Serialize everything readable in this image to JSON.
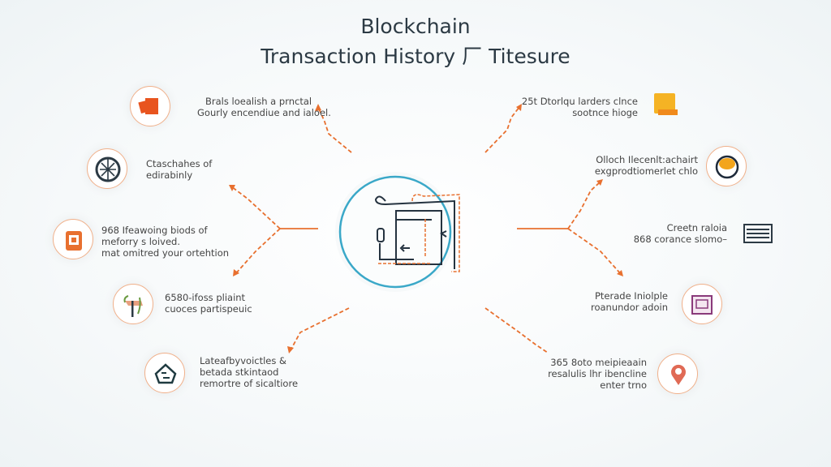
{
  "title": {
    "line1": "Blockchain",
    "line2": "Transaction History 厂 Titesure"
  },
  "left_items": [
    {
      "lines": [
        "Brals loealish a prnctal",
        "Gourly encendiue and ialoel."
      ],
      "icon": "hand-icon"
    },
    {
      "lines": [
        "Ctaschahes of",
        "edirabinly"
      ],
      "icon": "network-globe-icon"
    },
    {
      "lines": [
        "968 Ifeawoing biods of",
        "meforry s loived.",
        "mat omitred your ortehtion"
      ],
      "icon": "robot-icon"
    },
    {
      "lines": [
        "6580-ifoss pliaint",
        "cuoces partispeuic"
      ],
      "icon": "plant-signpost-icon"
    },
    {
      "lines": [
        "Lateafbyvoictles &",
        "betada stkintaod",
        "remortre of sicaltiore"
      ],
      "icon": "house-icon"
    }
  ],
  "right_items": [
    {
      "lines": [
        "25t Dtorlqu larders clnce",
        "sootnce hioge"
      ],
      "icon": "folder-icon"
    },
    {
      "lines": [
        "Olloch Ilecenlt:achairt",
        "exgprodtiomerlet chlo"
      ],
      "icon": "coin-icon"
    },
    {
      "lines": [
        "Creetn raloia",
        "868 corance slomo–"
      ],
      "icon": "server-icon"
    },
    {
      "lines": [
        "Pterade Iniolple",
        "roanundor adoin"
      ],
      "icon": "document-screen-icon"
    },
    {
      "lines": [
        "365 8oto meipieaain",
        "resalulis lhr ibencline",
        "enter trno"
      ],
      "icon": "location-pin-icon"
    }
  ],
  "colors": {
    "accent": "#e8702f",
    "ring": "#3aa8c8",
    "dark": "#2c3a44"
  }
}
